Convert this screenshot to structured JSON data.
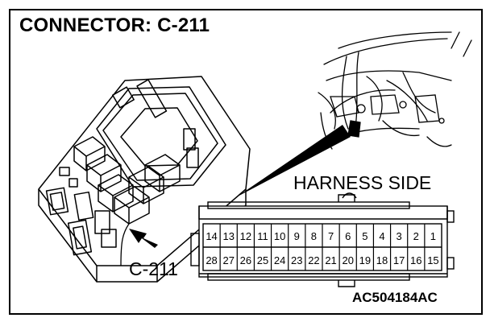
{
  "title": "CONNECTOR: C-211",
  "harness_side_label": "HARNESS SIDE",
  "connector_callout": "C-211",
  "figure_code": "AC504184AC",
  "pins": {
    "top_row": [
      "14",
      "13",
      "12",
      "11",
      "10",
      "9",
      "8",
      "7",
      "6",
      "5",
      "4",
      "3",
      "2",
      "1"
    ],
    "bottom_row": [
      "28",
      "27",
      "26",
      "25",
      "24",
      "23",
      "22",
      "21",
      "20",
      "19",
      "18",
      "17",
      "16",
      "15"
    ]
  },
  "colors": {
    "line": "#000000",
    "background": "#ffffff"
  }
}
